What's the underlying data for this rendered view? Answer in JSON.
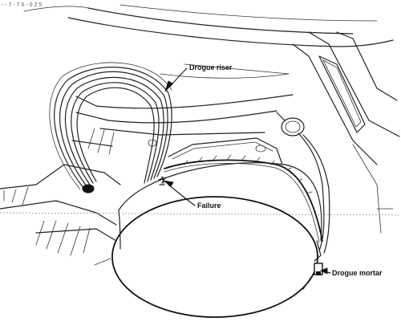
{
  "header_code": "- - 7 - 7 0 - 0 2 5",
  "labels": {
    "drogue_riser": "Drogue riser",
    "failure": "Failure",
    "drogue_mortar": "Drogue mortar"
  },
  "colors": {
    "ink": "#222222",
    "paper": "#ffffff"
  }
}
